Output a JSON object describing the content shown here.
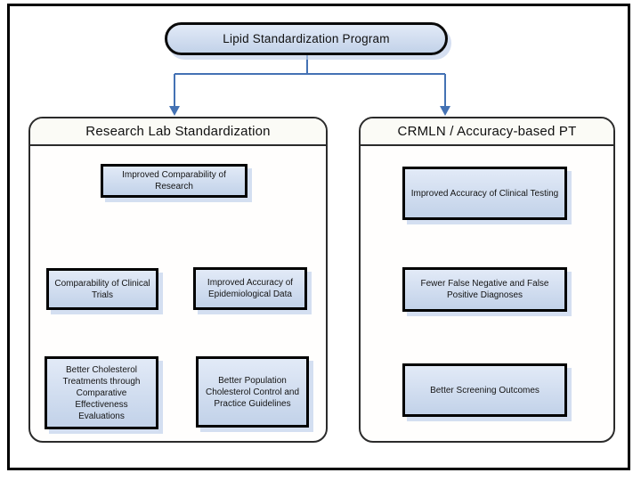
{
  "colors": {
    "arrow": "#4472b4",
    "box_border": "#000000",
    "box_fill_top": "#e2eaf7",
    "box_fill_bottom": "#c2d2e9",
    "container_border": "#2b2b2b",
    "frame_border": "#000000"
  },
  "root": {
    "label": "Lipid Standardization Program"
  },
  "branches": [
    {
      "header": "Research Lab Standardization",
      "nodes": {
        "l1": "Improved Comparability of Research",
        "l2a": "Comparability of Clinical Trials",
        "l2b": "Improved Accuracy of Epidemiological Data",
        "l3a": "Better Cholesterol Treatments through Comparative Effectiveness Evaluations",
        "l3b": "Better Population Cholesterol Control and Practice Guidelines"
      }
    },
    {
      "header": "CRMLN / Accuracy-based PT",
      "nodes": {
        "r1": "Improved Accuracy of Clinical Testing",
        "r2": "Fewer False Negative and False Positive Diagnoses",
        "r3": "Better Screening Outcomes"
      }
    }
  ]
}
